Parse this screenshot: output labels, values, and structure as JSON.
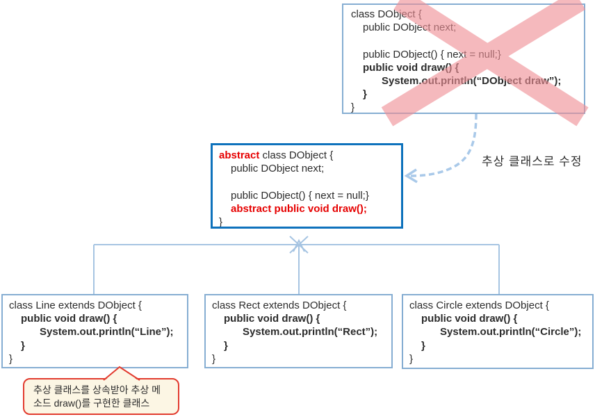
{
  "colors": {
    "light_box_border": "#85add2",
    "strong_box_border": "#0e72bc",
    "connector_line": "#a6c4e2",
    "dashed_arrow": "#a9c9e9",
    "crossout_pink": "#f3a0a6",
    "red_code_text": "#e60000",
    "callout_border": "#e23b2e",
    "callout_fill": "#fcf6e4",
    "code_text": "#2b2b2b"
  },
  "top_box": {
    "lines": [
      "class DObject {",
      "public DObject next;",
      "",
      "public DObject() { next = null;}",
      "public void draw() {",
      "System.out.println(“DObject draw”);",
      "}",
      "}"
    ]
  },
  "abstract_box": {
    "line0_keyword": "abstract",
    "line0_rest": " class DObject {",
    "lines": [
      "public DObject next;",
      "",
      "public DObject() { next = null;}",
      "abstract public void draw();",
      "}"
    ]
  },
  "subclass_boxes": [
    {
      "name": "Line",
      "lines": [
        "class Line extends DObject {",
        "public void draw() {",
        "System.out.println(“Line”);",
        "}",
        "}"
      ]
    },
    {
      "name": "Rect",
      "lines": [
        "class Rect extends DObject {",
        "public void draw() {",
        "System.out.println(“Rect”);",
        "}",
        "}"
      ]
    },
    {
      "name": "Circle",
      "lines": [
        "class Circle extends DObject {",
        "public void draw() {",
        "System.out.println(“Circle”);",
        "}",
        "}"
      ]
    }
  ],
  "labels": {
    "revision_arrow_label": "추상 클래스로 수정",
    "callout_line1": "추상 클래스를 상속받아 추상 메",
    "callout_line2": "소드 draw()를 구현한 클래스"
  }
}
